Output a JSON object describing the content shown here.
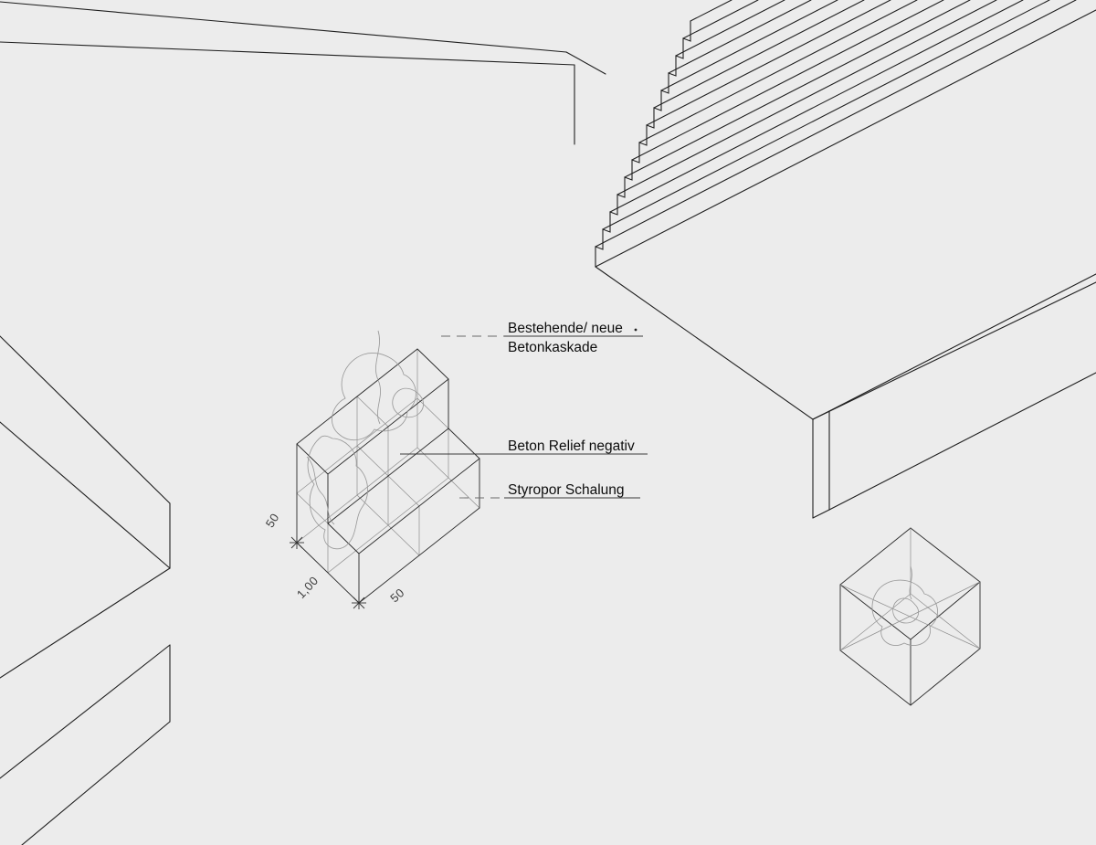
{
  "page": {
    "background": "#ececec",
    "line_color": "#1f1f1f",
    "grid_color": "#8e8e8e"
  },
  "annotations": {
    "cascade_label": {
      "line1": "Bestehende/ neue",
      "line2": "Betonkaskade"
    },
    "relief_label": "Beton Relief negativ",
    "formwork_label": "Styropor Schalung"
  },
  "dimensions": {
    "left_height": "50",
    "bottom_width": "1,00",
    "bottom_depth": "50"
  }
}
